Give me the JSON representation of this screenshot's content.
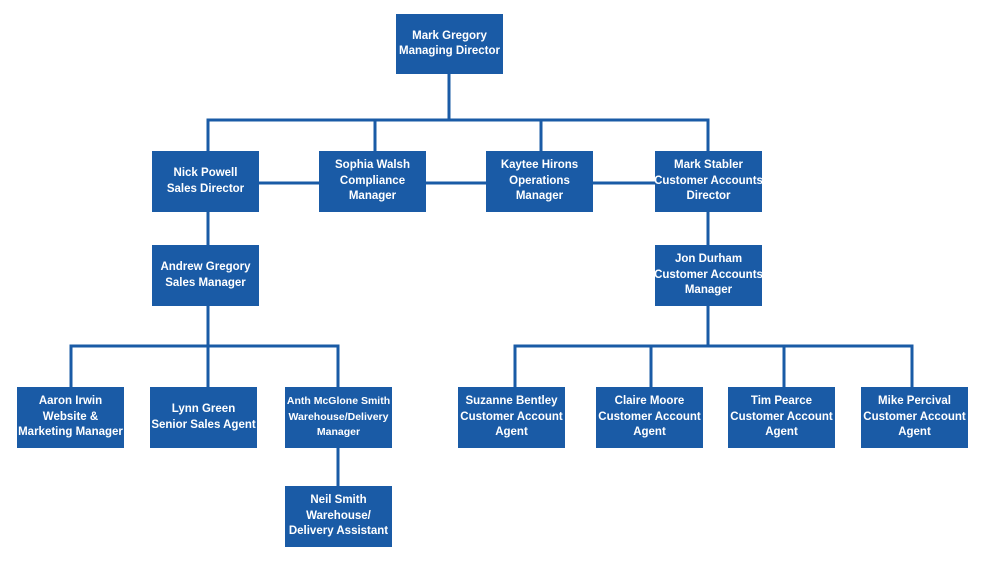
{
  "colors": {
    "box_fill": "#1a5ba6",
    "connector": "#1a5ba6",
    "text": "#ffffff",
    "background": "#ffffff"
  },
  "nodes": {
    "mark_gregory": {
      "lines": [
        "Mark Gregory",
        "Managing Director"
      ]
    },
    "nick_powell": {
      "lines": [
        "Nick Powell",
        "Sales Director"
      ]
    },
    "sophia_walsh": {
      "lines": [
        "Sophia Walsh",
        "Compliance",
        "Manager"
      ]
    },
    "kaytee_hirons": {
      "lines": [
        "Kaytee Hirons",
        "Operations",
        "Manager"
      ]
    },
    "mark_stabler": {
      "lines": [
        "Mark Stabler",
        "Customer Accounts",
        "Director"
      ]
    },
    "andrew_gregory": {
      "lines": [
        "Andrew Gregory",
        "Sales Manager"
      ]
    },
    "jon_durham": {
      "lines": [
        "Jon Durham",
        "Customer Accounts",
        "Manager"
      ]
    },
    "aaron_irwin": {
      "lines": [
        "Aaron Irwin",
        "Website &",
        "Marketing Manager"
      ]
    },
    "lynn_green": {
      "lines": [
        "Lynn Green",
        "Senior Sales Agent"
      ]
    },
    "anth_mcglone": {
      "lines": [
        "Anth McGlone Smith",
        "Warehouse/Delivery",
        "Manager"
      ]
    },
    "neil_smith": {
      "lines": [
        "Neil Smith",
        "Warehouse/",
        "Delivery Assistant"
      ]
    },
    "suzanne_bentley": {
      "lines": [
        "Suzanne Bentley",
        "Customer Account",
        "Agent"
      ]
    },
    "claire_moore": {
      "lines": [
        "Claire Moore",
        "Customer Account",
        "Agent"
      ]
    },
    "tim_pearce": {
      "lines": [
        "Tim Pearce",
        "Customer Account",
        "Agent"
      ]
    },
    "mike_percival": {
      "lines": [
        "Mike Percival",
        "Customer Account",
        "Agent"
      ]
    }
  }
}
